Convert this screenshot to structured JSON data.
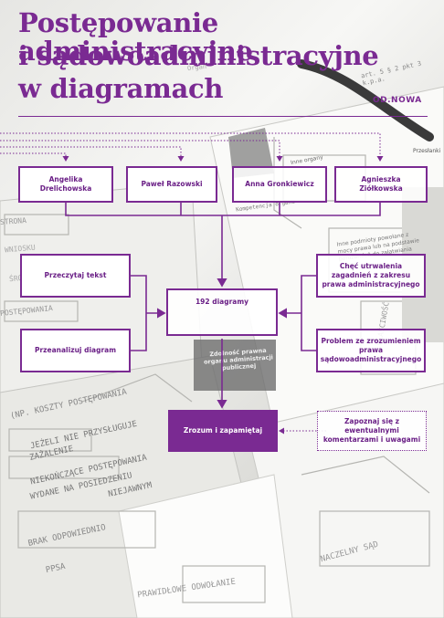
{
  "cover": {
    "title_line1": "Postępowanie administracyjne",
    "title_line2": "i sądowoadministracyjne",
    "title_line3": "w diagramach",
    "publisher": "OD.NOWA",
    "accent_color": "#7a2a92"
  },
  "authors": [
    {
      "name": "Angelika Drelichowska"
    },
    {
      "name": "Paweł Razowski"
    },
    {
      "name": "Anna Gronkiewicz"
    },
    {
      "name": "Agnieszka Ziółkowska"
    }
  ],
  "diagram": {
    "left_top": "Przeczytaj tekst",
    "left_bottom": "Przeanalizuj diagram",
    "center": "192 diagramy",
    "right_top": "Chęć utrwalenia zagadnień z zakresu prawa administracyjnego",
    "right_bottom": "Problem ze zrozumieniem prawa sądowoadministracyjnego",
    "bottom_center": "Zrozum i zapamiętaj",
    "bottom_right": "Zapoznaj się z ewentualnymi komentarzami i uwagami"
  },
  "background_text": {
    "t1": "Kompetencja organu",
    "t2": "Zdolność prawna organu administracji publicznej",
    "t3": "Inne organy",
    "t4": "Inne podmioty powołane z mocy prawa lub na podstawie porozumień do załatwiania spraw",
    "t5": "STRONA",
    "t6": "POSTĘPOWANIA",
    "t7": "ŚRODKI",
    "t8": "WNIOSKU",
    "t9": "(NP. KOSZTY POSTĘPOWANIA",
    "t10": "JEŻELI NIE PRZYSŁUGUJE",
    "t11": "ZAŻALENIE",
    "t12": "NIEKOŃCZĄCE POSTĘPOWANIA",
    "t13": "WYDANE NA POSIEDZENIU",
    "t14": "NIEJAWNYM",
    "t15": "BRAK ODPOWIEDNIO",
    "t16": "PPSA",
    "t17": "PRAWIDŁOWE ODWOŁANIE",
    "t18": "WŁAŚCIWOŚĆ",
    "t19": "Przesłanki",
    "t20": "art. 5 § 2 pkt 3 k.p.a.",
    "t21": "Organ",
    "t22": "NACZELNY SĄD"
  }
}
